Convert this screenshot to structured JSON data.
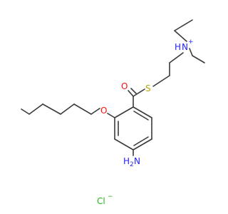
{
  "molecule": {
    "atom_labels": {
      "oxygen_carbonyl": "O",
      "sulfur": "S",
      "ammonium_nitrogen": "N",
      "ammonium_hydrogen": "H",
      "ammonium_charge": "+",
      "ether_oxygen": "O",
      "amine_nitrogen": "N",
      "amine_hydrogens": "H",
      "amine_hydrogen_count": "2",
      "chloride": "Cl",
      "chloride_charge": "−"
    },
    "colors": {
      "bond": "#3a3a3a",
      "oxygen": "#ff0d0d",
      "sulfur": "#b8a500",
      "nitrogen": "#1f1fff",
      "chlorine": "#1fb81f",
      "carbon_text": "#3a3a3a"
    }
  }
}
